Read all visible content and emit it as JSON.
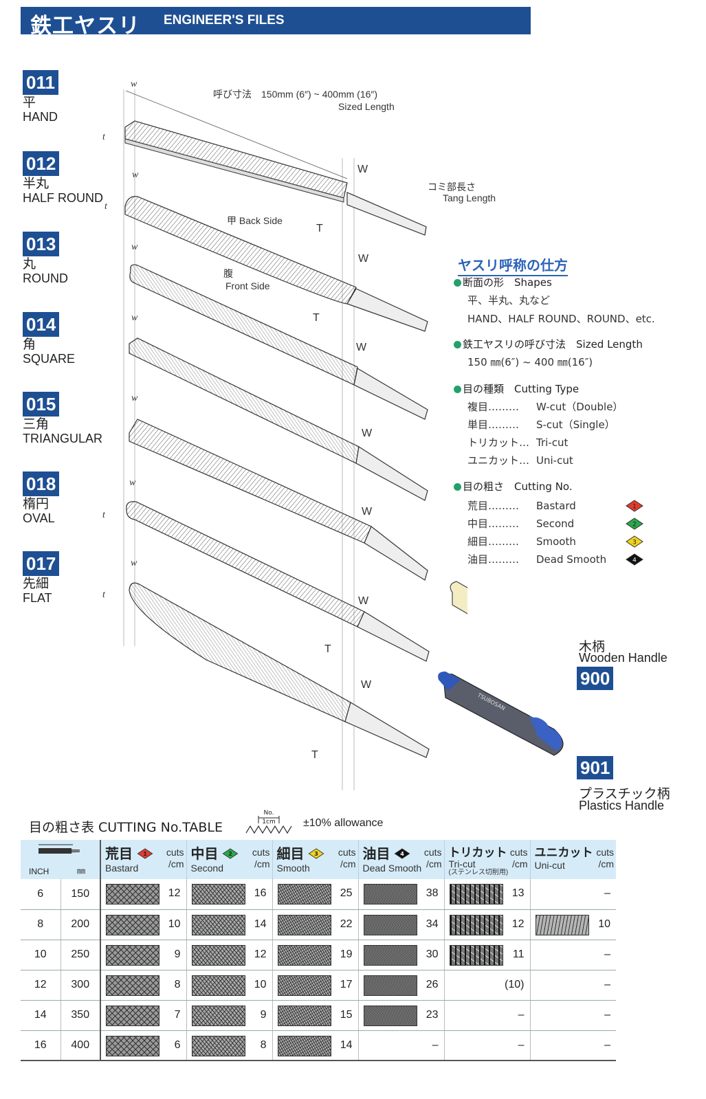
{
  "header": {
    "title_jp": "鉄工ヤスリ",
    "title_en": "ENGINEER'S FILES"
  },
  "products": [
    {
      "code": "011",
      "jp": "平",
      "en": "HAND"
    },
    {
      "code": "012",
      "jp": "半丸",
      "en": "HALF ROUND"
    },
    {
      "code": "013",
      "jp": "丸",
      "en": "ROUND"
    },
    {
      "code": "014",
      "jp": "角",
      "en": "SQUARE"
    },
    {
      "code": "015",
      "jp": "三角",
      "en": "TRIANGULAR"
    },
    {
      "code": "018",
      "jp": "楕円",
      "en": "OVAL"
    },
    {
      "code": "017",
      "jp": "先細",
      "en": "FLAT"
    }
  ],
  "illustration": {
    "sized_length_jp": "呼び寸法　150mm (6″) ~ 400mm (16″)",
    "sized_length_en": "Sized Length",
    "tang_jp": "コミ部長さ",
    "tang_en": "Tang Length",
    "back_side": "甲  Back Side",
    "front_jp": "腹",
    "front_en": "Front Side",
    "w_small": "w",
    "t_small": "t",
    "w_big": "W",
    "t_big": "T"
  },
  "legend": {
    "title": "ヤスリ呼称の仕方",
    "shapes_label": "断面の形　Shapes",
    "shapes_line1": "平、半丸、丸など",
    "shapes_line2": "HAND、HALF ROUND、ROUND、etc.",
    "size_label": "鉄工ヤスリの呼び寸法　Sized Length",
    "size_line": "150 ㎜(6″) ~ 400 ㎜(16″)",
    "type_label": "目の種類　Cutting Type",
    "types": [
      {
        "jp": "複目………",
        "en": "W-cut（Double）"
      },
      {
        "jp": "単目………",
        "en": "S-cut（Single）"
      },
      {
        "jp": "トリカット…",
        "en": "Tri-cut"
      },
      {
        "jp": "ユニカット…",
        "en": "Uni-cut"
      }
    ],
    "no_label": "目の粗さ　Cutting No.",
    "grades": [
      {
        "jp": "荒目………",
        "en": "Bastard",
        "num": "1",
        "color": "#e23b2e"
      },
      {
        "jp": "中目………",
        "en": "Second",
        "num": "2",
        "color": "#2aa84a"
      },
      {
        "jp": "細目………",
        "en": "Smooth",
        "num": "3",
        "color": "#f0d21a"
      },
      {
        "jp": "油目………",
        "en": "Dead Smooth",
        "num": "4",
        "color": "#111111"
      }
    ]
  },
  "handles": [
    {
      "jp": "木柄",
      "en": "Wooden Handle",
      "code": "900"
    },
    {
      "jp": "プラスチック柄",
      "en": "Plastics Handle",
      "code": "901",
      "brand": "TSUBOSAN"
    }
  ],
  "table": {
    "title": "目の粗さ表  CUTTING No.TABLE",
    "gauge_no": "No.",
    "gauge_cm": "1cm",
    "allowance": "±10%    allowance",
    "col_inch": "INCH",
    "col_mm": "㎜",
    "cuts_label1": "cuts",
    "cuts_label2": "/cm",
    "columns": [
      {
        "jp": "荒目",
        "en": "Bastard",
        "num": "1",
        "color": "#e23b2e"
      },
      {
        "jp": "中目",
        "en": "Second",
        "num": "2",
        "color": "#2aa84a"
      },
      {
        "jp": "細目",
        "en": "Smooth",
        "num": "3",
        "color": "#f0d21a"
      },
      {
        "jp": "油目",
        "en": "Dead Smooth",
        "num": "4",
        "color": "#111111"
      },
      {
        "jp": "トリカット",
        "en": "Tri-cut",
        "en2": "(ステンレス切削用)"
      },
      {
        "jp": "ユニカット",
        "en": "Uni-cut"
      }
    ],
    "rows": [
      {
        "inch": "6",
        "mm": "150",
        "v": [
          "12",
          "16",
          "25",
          "38",
          "13",
          "–"
        ]
      },
      {
        "inch": "8",
        "mm": "200",
        "v": [
          "10",
          "14",
          "22",
          "34",
          "12",
          "10"
        ]
      },
      {
        "inch": "10",
        "mm": "250",
        "v": [
          "9",
          "12",
          "19",
          "30",
          "11",
          "–"
        ]
      },
      {
        "inch": "12",
        "mm": "300",
        "v": [
          "8",
          "10",
          "17",
          "26",
          "(10)",
          "–"
        ]
      },
      {
        "inch": "14",
        "mm": "350",
        "v": [
          "7",
          "9",
          "15",
          "23",
          "–",
          "–"
        ]
      },
      {
        "inch": "16",
        "mm": "400",
        "v": [
          "6",
          "8",
          "14",
          "–",
          "–",
          "–"
        ]
      }
    ]
  }
}
